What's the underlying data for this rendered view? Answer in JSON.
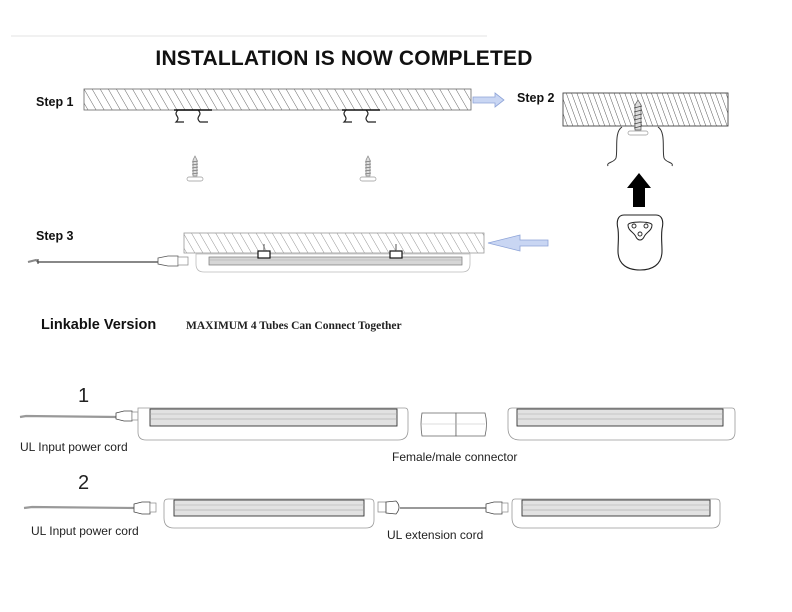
{
  "title": "INSTALLATION IS NOW COMPLETED",
  "steps": [
    {
      "label": "Step 1"
    },
    {
      "label": "Step 2"
    },
    {
      "label": "Step 3"
    }
  ],
  "linkable": {
    "heading": "Linkable Version",
    "note": "MAXIMUM 4 Tubes Can Connect Together",
    "max_tubes": 4
  },
  "configurations": [
    {
      "number": "1",
      "captions": [
        "UL Input power cord",
        "Female/male connector"
      ]
    },
    {
      "number": "2",
      "captions": [
        "UL Input power cord",
        "UL extension cord"
      ]
    }
  ],
  "colors": {
    "arrow_fill": "#c9d6f3",
    "arrow_stroke": "#8ea4d8",
    "hatch": "#555555",
    "outline": "#444444",
    "light_outline": "#aaaaaa"
  },
  "icons": [
    "mounting-clip-icon",
    "screw-icon",
    "right-arrow-icon",
    "left-arrow-icon",
    "up-arrow-icon",
    "end-cap-icon",
    "power-cord-icon",
    "connector-icon"
  ]
}
